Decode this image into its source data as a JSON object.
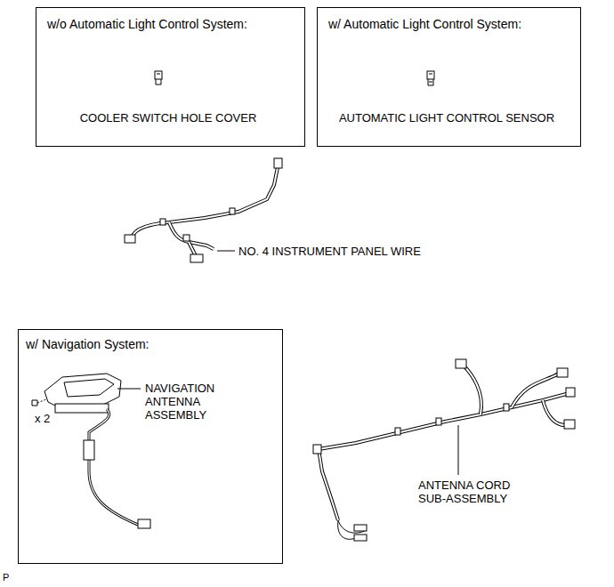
{
  "diagram": {
    "nodes": [
      {
        "text": [
          "w/o Automatic Light Control System:",
          "COOLER SWITCH HOLE COVER"
        ]
      },
      {
        "text": [
          "w/ Automatic Light Control System:",
          "AUTOMATIC LIGHT CONTROL SENSOR"
        ]
      },
      {
        "text": [
          "w/ Navigation System:",
          "NAVIGATION ANTENNA ASSEMBLY",
          "x 2"
        ]
      }
    ],
    "labels": [
      "NO. 4 INSTRUMENT PANEL WIRE",
      "ANTENNA CORD SUB-ASSEMBLY",
      "P"
    ]
  }
}
